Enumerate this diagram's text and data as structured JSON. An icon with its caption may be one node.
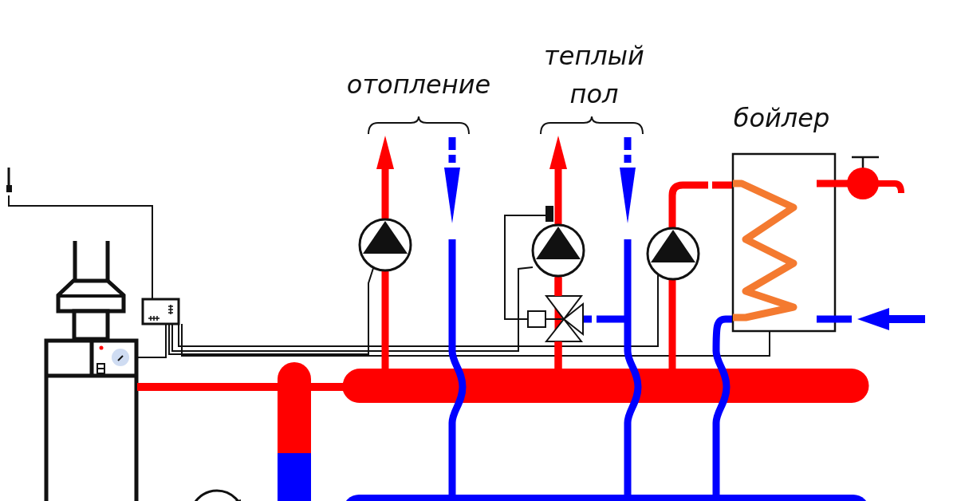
{
  "diagram": {
    "labels": [
      "отопление",
      "теплый пол",
      "бойлер"
    ]
  }
}
